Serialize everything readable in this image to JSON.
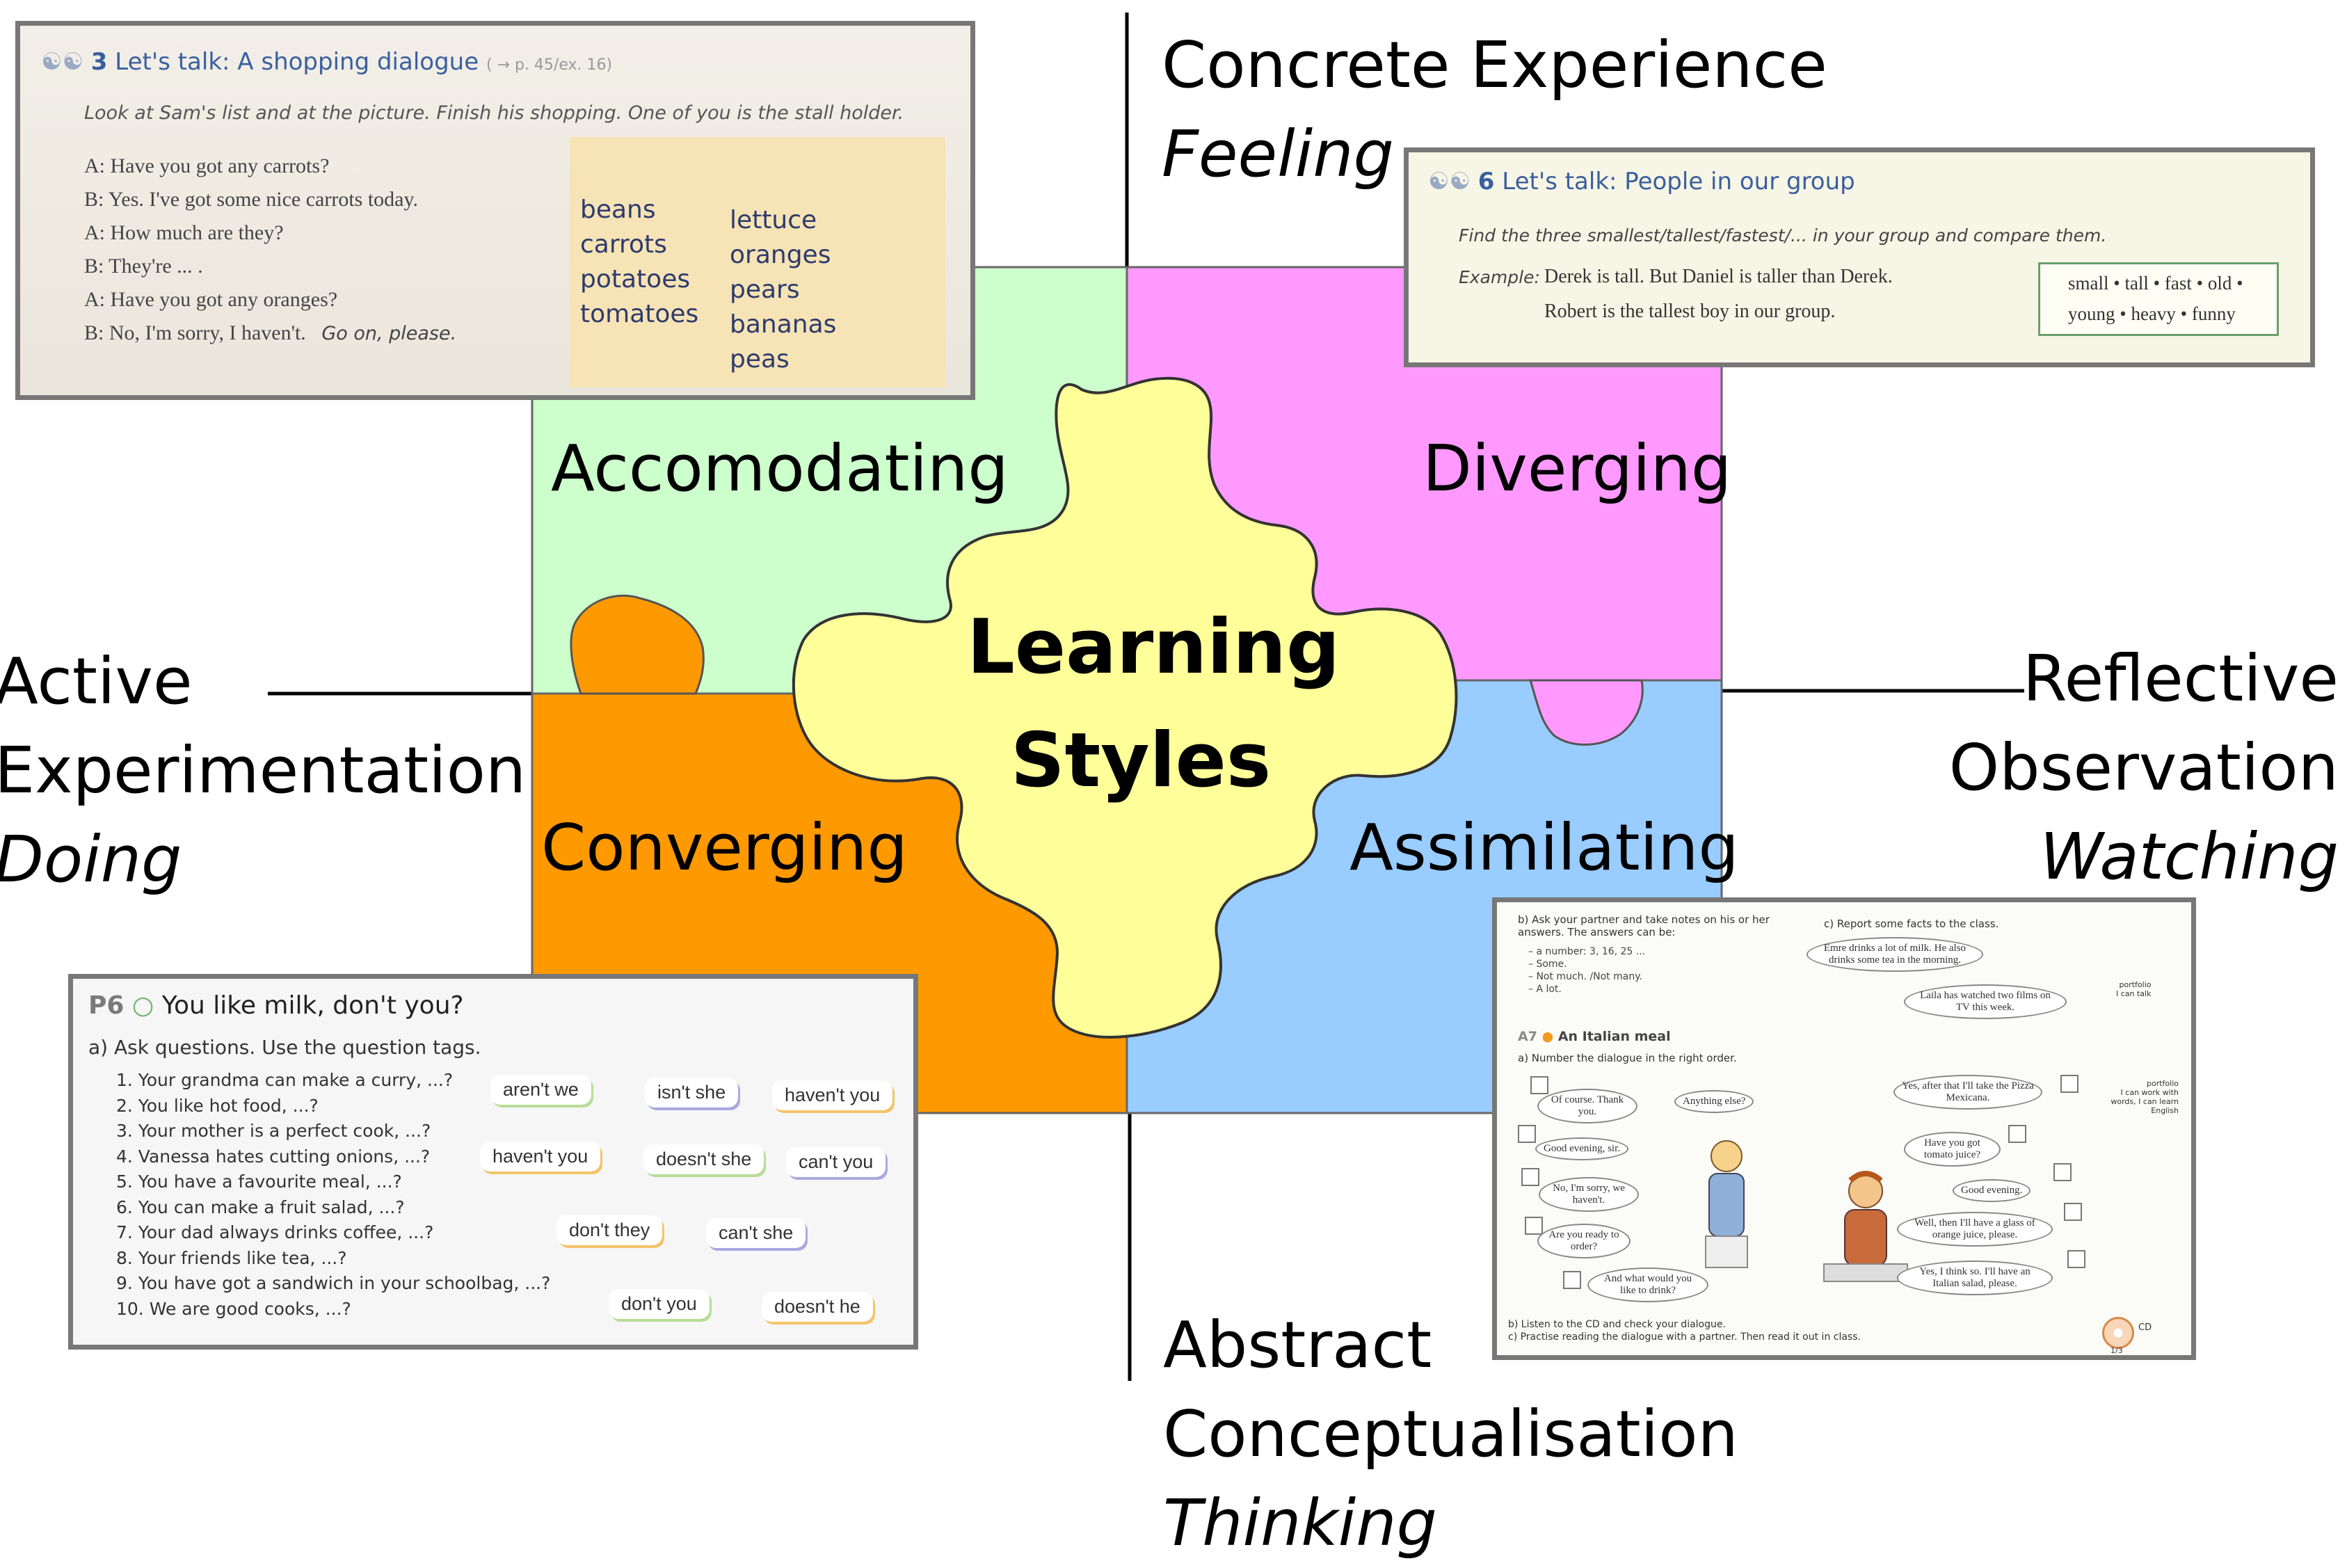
{
  "axes": {
    "top": {
      "line1": "Concrete Experience",
      "line2": "Feeling"
    },
    "left": {
      "line1": "Active",
      "line2": "Experimentation",
      "line3": "Doing"
    },
    "right": {
      "line1": "Reflective",
      "line2": "Observation",
      "line3": "Watching"
    },
    "bottom": {
      "line1": "Abstract",
      "line2": "Conceptualisation",
      "line3": "Thinking"
    }
  },
  "quadrants": {
    "accomodating": "Accomodating",
    "diverging": "Diverging",
    "converging": "Converging",
    "assimilating": "Assimilating"
  },
  "center": {
    "line1": "Learning",
    "line2": "Styles"
  },
  "colors": {
    "accomodating": "#ccffcc",
    "diverging": "#ff99ff",
    "converging": "#ff9900",
    "assimilating": "#99ccff",
    "center": "#ffff99"
  },
  "thumb_shopping": {
    "number": "3",
    "title": "Let's talk: A shopping dialogue",
    "ref": "( → p. 45/ex. 16)",
    "instruction": "Look at Sam's list and at the picture. Finish his shopping. One of you is the stall holder.",
    "dialogue": [
      "A: Have you got any carrots?",
      "B: Yes. I've got some nice carrots today.",
      "A: How much are they?",
      "B: They're ... .",
      "A: Have you got any oranges?",
      "B: No, I'm sorry, I haven't."
    ],
    "go_on": "Go on, please.",
    "list_col1": [
      "beans",
      "carrots",
      "potatoes",
      "tomatoes"
    ],
    "list_col2": [
      "lettuce",
      "oranges",
      "pears",
      "bananas",
      "peas"
    ]
  },
  "thumb_group": {
    "number": "6",
    "title": "Let's talk: People in our group",
    "instruction": "Find the three smallest/tallest/fastest/... in your group and compare them.",
    "example_label": "Example:",
    "example1": "Derek is tall. But Daniel is taller than Derek.",
    "example2": "Robert is the tallest boy in our group.",
    "words1": "small • tall • fast • old •",
    "words2": "young • heavy • funny"
  },
  "thumb_tags": {
    "code": "P6",
    "title": "You like milk, don't you?",
    "instruction": "a) Ask questions. Use the question tags.",
    "questions": [
      "1. Your grandma can make a curry, ...?",
      "2. You like hot food, ...?",
      "3. Your mother is a perfect cook, ...?",
      "4. Vanessa hates cutting onions, ...?",
      "5. You have a favourite meal, ...?",
      "6. You can make a fruit salad, ...?",
      "7. Your dad always drinks coffee, ...?",
      "8. Your friends like tea, ...?",
      "9. You have got a sandwich in your schoolbag, ...?",
      "10. We are good cooks, ...?"
    ],
    "tags": [
      "aren't we",
      "isn't she",
      "haven't you",
      "haven't you",
      "doesn't she",
      "can't you",
      "don't they",
      "can't she",
      "don't you",
      "doesn't he"
    ]
  },
  "thumb_meal": {
    "b_head": "b) Ask your partner and take notes on his or her answers. The answers can be:",
    "b_items": [
      "– a number: 3, 16, 25 ...",
      "– Some.",
      "– Not much. /Not many.",
      "– A lot."
    ],
    "c_head": "c) Report some facts to the class.",
    "c_bubble1": "Emre drinks a lot of milk. He also drinks some tea in the morning.",
    "c_bubble2": "Laila has watched two films on TV this week.",
    "portfolio1": "portfolio",
    "portfolio1_sub": "I can talk",
    "a7_code": "A7",
    "a7_title": "An Italian meal",
    "a7_instr": "a) Number the dialogue in the right order.",
    "bubbles_left": [
      "Of course. Thank you.",
      "Good evening, sir.",
      "No, I'm sorry, we haven't.",
      "Are you ready to order?",
      "And what would you like to drink?"
    ],
    "bubbles_right": [
      "Yes, after that I'll take the Pizza Mexicana.",
      "Have you got tomato juice?",
      "Good evening.",
      "Well, then I'll have a glass of orange juice, please.",
      "Yes, I think so. I'll have an Italian salad, please."
    ],
    "anything": "Anything else?",
    "portfolio2": "portfolio",
    "portfolio2_sub": "I can work with words, I can learn English",
    "footer1": "b) Listen to the CD and check your dialogue.",
    "footer2": "c) Practise reading the dialogue with a partner. Then read it out in class.",
    "cd": "CD",
    "cd_track": "1/3"
  }
}
